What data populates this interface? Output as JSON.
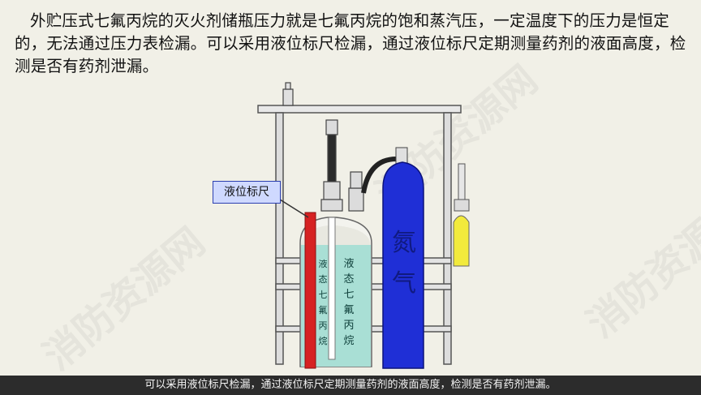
{
  "paragraph_text": "外贮压式七氟丙烷的灭火剂储瓶压力就是七氟丙烷的饱和蒸汽压，一定温度下的压力是恒定的，无法通过压力表检漏。可以采用液位标尺检漏，通过液位标尺定期测量药剂的液面高度，检测是否有药剂泄漏。",
  "diagram": {
    "callout_label": "液位标尺",
    "left_cylinder_label": [
      "液",
      "态",
      "七",
      "氟",
      "丙",
      "烷"
    ],
    "left_cylinder_inner_label": [
      "液",
      "态",
      "七",
      "氟",
      "丙",
      "烷"
    ],
    "nitrogen_cylinder_label": [
      "氮",
      "气"
    ],
    "colors": {
      "liquid": "#a9dfd5",
      "gauge_rod": "#d62222",
      "nitrogen_cylinder": "#1f2fd6",
      "callout_bg": "#cfd9ff",
      "small_bottle": "#f2ea3c"
    }
  },
  "watermark_text": "消防资源网",
  "caption_text": "可以采用液位标尺检漏，通过液位标尺定期测量药剂的液面高度，检测是否有药剂泄漏。"
}
